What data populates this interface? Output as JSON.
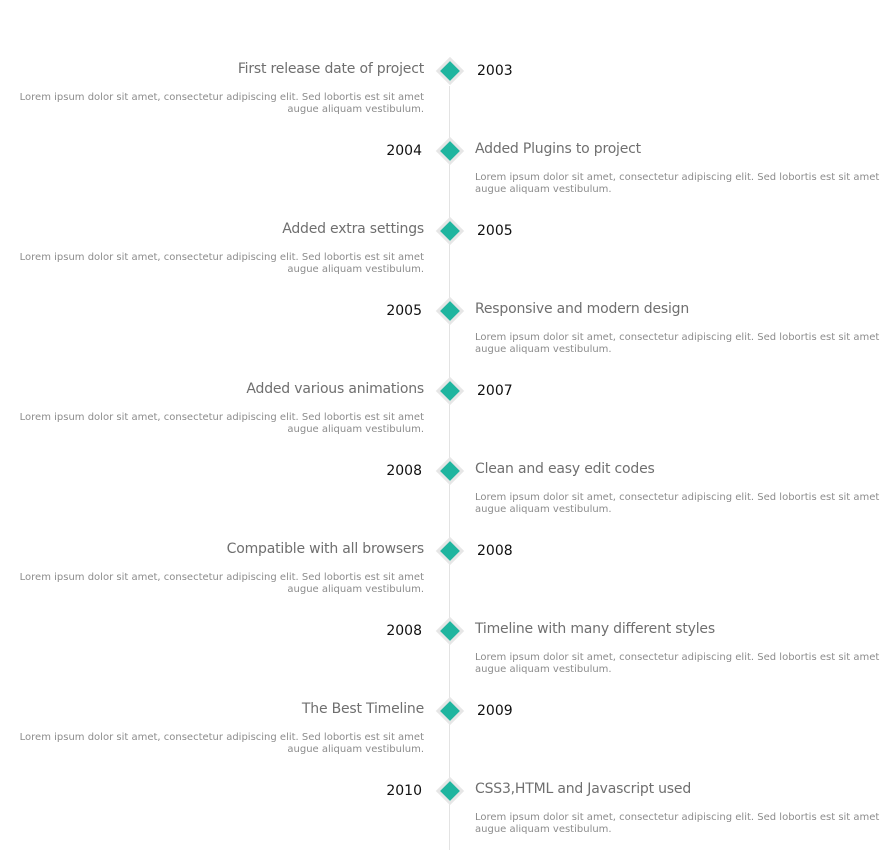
{
  "accent_color": "#1fb59f",
  "timeline": {
    "items": [
      {
        "side": "left",
        "title": "First release date of project",
        "year": "2003",
        "description": "Lorem ipsum dolor sit amet, consectetur adipiscing elit. Sed lobortis est sit amet augue aliquam vestibulum."
      },
      {
        "side": "right",
        "title": "Added Plugins to project",
        "year": "2004",
        "description": "Lorem ipsum dolor sit amet, consectetur adipiscing elit. Sed lobortis est sit amet augue aliquam vestibulum."
      },
      {
        "side": "left",
        "title": "Added extra settings",
        "year": "2005",
        "description": "Lorem ipsum dolor sit amet, consectetur adipiscing elit. Sed lobortis est sit amet augue aliquam vestibulum."
      },
      {
        "side": "right",
        "title": "Responsive and modern design",
        "year": "2005",
        "description": "Lorem ipsum dolor sit amet, consectetur adipiscing elit. Sed lobortis est sit amet augue aliquam vestibulum."
      },
      {
        "side": "left",
        "title": "Added various animations",
        "year": "2007",
        "description": "Lorem ipsum dolor sit amet, consectetur adipiscing elit. Sed lobortis est sit amet augue aliquam vestibulum."
      },
      {
        "side": "right",
        "title": "Clean and easy edit codes",
        "year": "2008",
        "description": "Lorem ipsum dolor sit amet, consectetur adipiscing elit. Sed lobortis est sit amet augue aliquam vestibulum."
      },
      {
        "side": "left",
        "title": "Compatible with all browsers",
        "year": "2008",
        "description": "Lorem ipsum dolor sit amet, consectetur adipiscing elit. Sed lobortis est sit amet augue aliquam vestibulum."
      },
      {
        "side": "right",
        "title": "Timeline with many different styles",
        "year": "2008",
        "description": "Lorem ipsum dolor sit amet, consectetur adipiscing elit. Sed lobortis est sit amet augue aliquam vestibulum."
      },
      {
        "side": "left",
        "title": "The Best Timeline",
        "year": "2009",
        "description": "Lorem ipsum dolor sit amet, consectetur adipiscing elit. Sed lobortis est sit amet augue aliquam vestibulum."
      },
      {
        "side": "right",
        "title": "CSS3,HTML and Javascript used",
        "year": "2010",
        "description": "Lorem ipsum dolor sit amet, consectetur adipiscing elit. Sed lobortis est sit amet augue aliquam vestibulum."
      }
    ]
  }
}
